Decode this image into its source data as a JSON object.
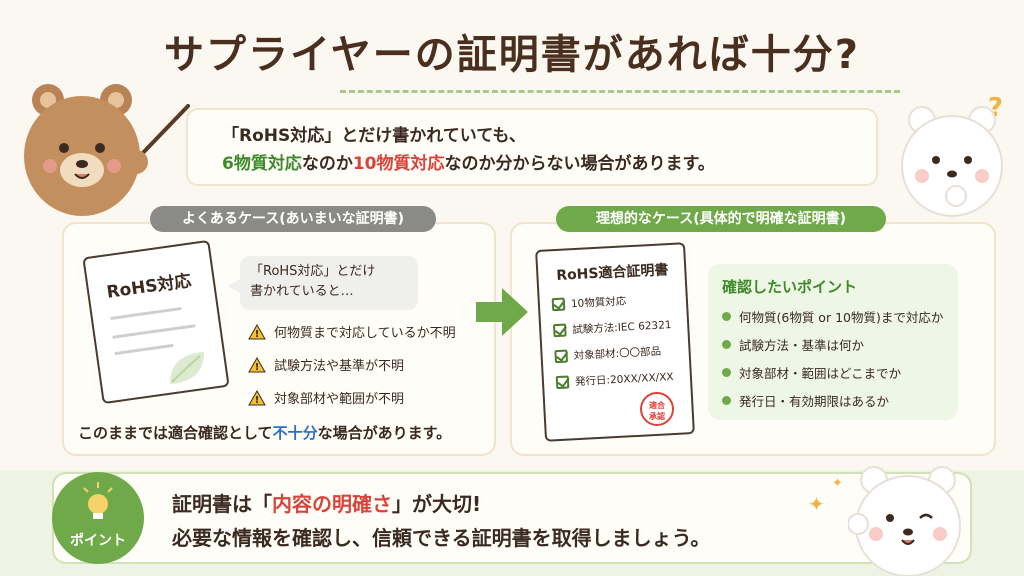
{
  "title": "サプライヤーの証明書があれば十分?",
  "note": {
    "line1": "「RoHS対応」とだけ書かれていても、",
    "line2_part1": "6物質対応",
    "line2_part2": "なのか",
    "line2_part3": "10物質対応",
    "line2_part4": "なのか分からない場合があります。"
  },
  "left_panel": {
    "pill": "よくあるケース(あいまいな証明書)",
    "doc_title": "RoHS対応",
    "bubble_line1": "「RoHS対応」とだけ",
    "bubble_line2": "書かれていると…",
    "warnings": [
      "何物質まで対応しているか不明",
      "試験方法や基準が不明",
      "対象部材や範囲が不明"
    ],
    "bottom_part1": "このままでは適合確認として",
    "bottom_part2": "不十分",
    "bottom_part3": "な場合があります。"
  },
  "right_panel": {
    "pill": "理想的なケース(具体的で明確な証明書)",
    "doc_title": "RoHS適合証明書",
    "checks": [
      "10物質対応",
      "試験方法:IEC 62321",
      "対象部材:〇〇部品",
      "発行日:20XX/XX/XX"
    ],
    "stamp": "適合\n承認",
    "confirm_title": "確認したいポイント",
    "confirm_items": [
      "何物質(6物質 or 10物質)まで対応か",
      "試験方法・基準は何か",
      "対象部材・範囲はどこまでか",
      "発行日・有効期限はあるか"
    ]
  },
  "point": {
    "label": "ポイント",
    "line1_part1": "証明書は「",
    "line1_part2": "内容の明確さ",
    "line1_part3": "」が大切!",
    "line2": "必要な情報を確認し、信頼できる証明書を取得しましょう。"
  },
  "colors": {
    "accent_green": "#6fa94a",
    "accent_red": "#d9443a",
    "accent_blue": "#2e6fc6",
    "title_brown": "#4a2f1f"
  }
}
